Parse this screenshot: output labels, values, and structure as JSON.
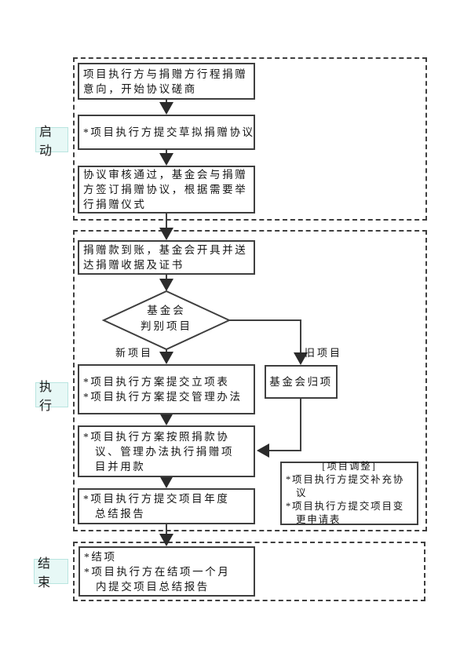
{
  "meta": {
    "background": "#ffffff",
    "line_color": "#3f3f3f",
    "phase_bg": "#e7f8f6",
    "phase_border": "#b9e5e0"
  },
  "phases": {
    "start": "启动",
    "execute": "执行",
    "end": "结束"
  },
  "flow": {
    "b1": {
      "lines": [
        "项目执行方与捐赠方行程捐赠",
        "意向，开始协议磋商"
      ]
    },
    "b2": {
      "lines": [
        "*项目执行方提交草拟捐赠协议"
      ]
    },
    "b3": {
      "lines": [
        "协议审核通过，基金会与捐赠",
        "方签订捐赠协议，根据需要举",
        "行捐赠仪式"
      ]
    },
    "b4": {
      "lines": [
        "捐赠款到账，基金会开具并送",
        "达捐赠收据及证书"
      ]
    },
    "decision": {
      "lines": [
        "基金会",
        "判别项目"
      ]
    },
    "branch_new": "新项目",
    "branch_old": "旧项目",
    "b5": {
      "lines": [
        "*项目执行方案提交立项表",
        "*项目执行方案提交管理办法"
      ]
    },
    "b_return": {
      "lines": [
        "基金会归项"
      ]
    },
    "b6": {
      "lines": [
        "*项目执行方案按照捐款协",
        "议、管理办法执行捐赠项",
        "目并用款"
      ]
    },
    "b7": {
      "lines": [
        "*项目执行方提交项目年度",
        "总结报告"
      ]
    },
    "b_adjust": {
      "title": "[项目调整]",
      "lines": [
        "*项目执行方提交补充协",
        "议",
        "*项目执行方提交项目变",
        "更申请表"
      ]
    },
    "b8": {
      "lines": [
        "*结项",
        "*项目执行方在结项一个月",
        "内提交项目总结报告"
      ]
    }
  }
}
